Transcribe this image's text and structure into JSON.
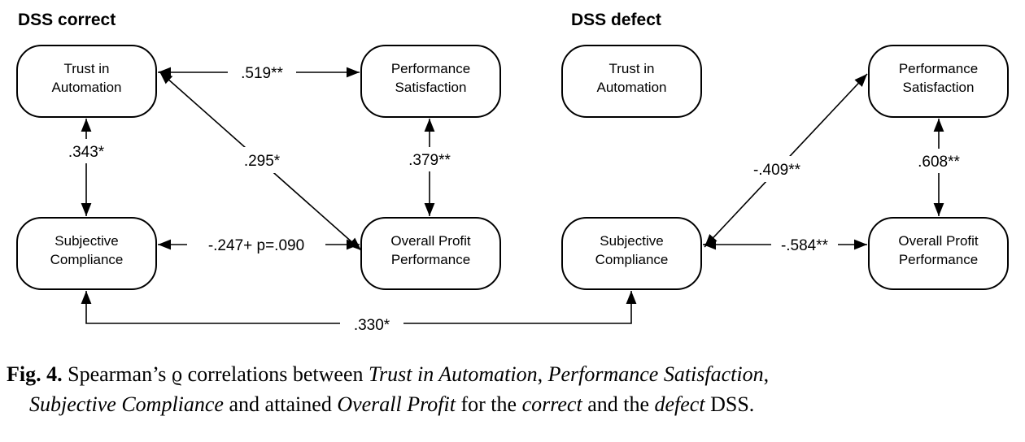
{
  "panels": {
    "left_title": "DSS correct",
    "right_title": "DSS defect"
  },
  "nodes": {
    "L_trust": [
      "Trust in",
      "Automation"
    ],
    "L_perf": [
      "Performance",
      "Satisfaction"
    ],
    "L_subj": [
      "Subjective",
      "Compliance"
    ],
    "L_profit": [
      "Overall Profit",
      "Performance"
    ],
    "R_trust": [
      "Trust in",
      "Automation"
    ],
    "R_perf": [
      "Performance",
      "Satisfaction"
    ],
    "R_subj": [
      "Subjective",
      "Compliance"
    ],
    "R_profit": [
      "Overall Profit",
      "Performance"
    ]
  },
  "edges": {
    "L_trust_perf": ".519**",
    "L_trust_subj": ".343*",
    "L_trust_profit": ".295*",
    "L_perf_profit": ".379**",
    "L_subj_profit": "-.247+ p=.090",
    "R_subj_perf": "-.409**",
    "R_perf_profit": ".608**",
    "R_subj_profit": "-.584**",
    "LR_subj_subj": ".330*"
  },
  "caption": {
    "label": "Fig. 4.",
    "t1": " Spearman’s ϱ correlations between ",
    "i1": "Trust in Automation",
    "t2": ", ",
    "i2": "Performance Satisfaction",
    "t3": ",",
    "i3": "Subjective Compliance",
    "t4": " and attained ",
    "i4": "Overall Profit",
    "t5": " for the ",
    "i5": "correct",
    "t6": " and the ",
    "i6": "defect",
    "t7": " DSS."
  }
}
